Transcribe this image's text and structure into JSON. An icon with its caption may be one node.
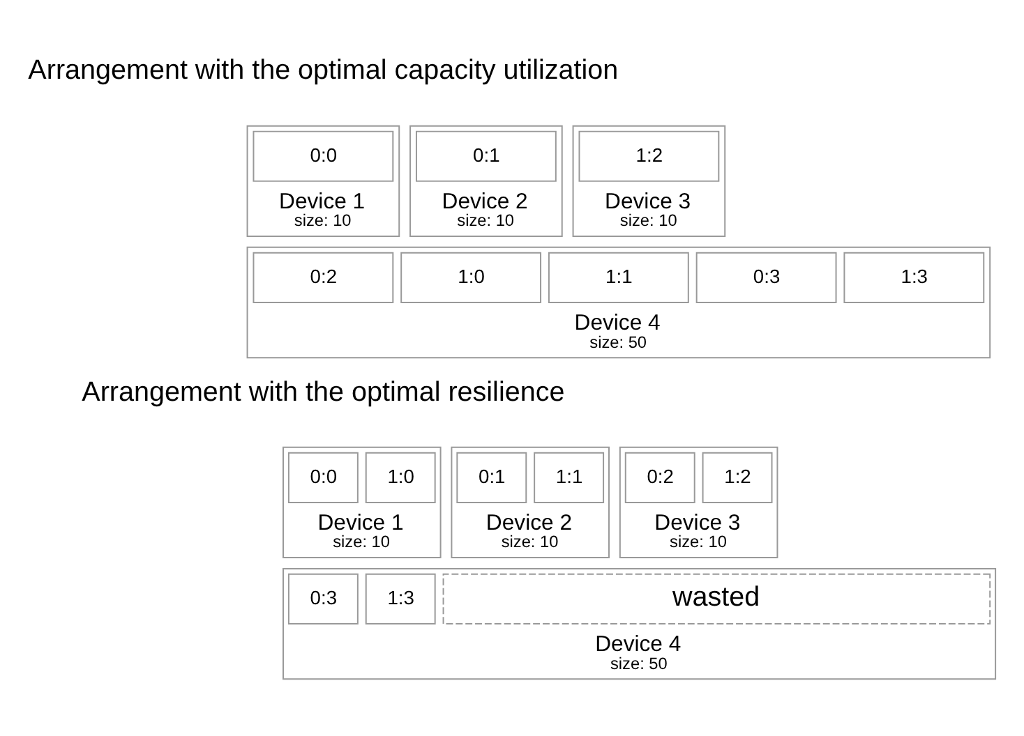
{
  "diagram": {
    "nodes": [
      {
        "text": [
          "Device 1",
          "size: 10"
        ]
      },
      {
        "text": [
          "0:0"
        ],
        "in": 0
      },
      {
        "text": [
          "Device 2",
          "size: 10"
        ]
      },
      {
        "text": [
          "0:1"
        ],
        "in": 2
      },
      {
        "text": [
          "Device 3",
          "size: 10"
        ]
      },
      {
        "text": [
          "1:2"
        ],
        "in": 4
      },
      {
        "text": [
          "Device 4",
          "size: 50"
        ]
      },
      {
        "text": [
          "0:2"
        ],
        "in": 6
      },
      {
        "text": [
          "1:0"
        ],
        "in": 6
      },
      {
        "text": [
          "1:1"
        ],
        "in": 6
      },
      {
        "text": [
          "0:3"
        ],
        "in": 6
      },
      {
        "text": [
          "1:3"
        ],
        "in": 6
      },
      {
        "text": [
          "Device 1",
          "size: 10"
        ]
      },
      {
        "text": [
          "0:0"
        ],
        "in": 12
      },
      {
        "text": [
          "1:0"
        ],
        "in": 12
      },
      {
        "text": [
          "Device 2",
          "size: 10"
        ]
      },
      {
        "text": [
          "0:1"
        ],
        "in": 15
      },
      {
        "text": [
          "1:1"
        ],
        "in": 15
      },
      {
        "text": [
          "Device 3",
          "size: 10"
        ]
      },
      {
        "text": [
          "0:2"
        ],
        "in": 18
      },
      {
        "text": [
          "1:2"
        ],
        "in": 18
      },
      {
        "text": [
          "Device 4",
          "size: 50"
        ]
      },
      {
        "text": [
          "0:3"
        ],
        "in": 21
      },
      {
        "text": [
          "1:3"
        ],
        "in": 21
      },
      {
        "text": [
          "wasted"
        ],
        "in": 21
      }
    ],
    "labels": [
      "Arrangement with the optimal capacity utilization",
      "Arrangement with the optimal resilience"
    ]
  }
}
